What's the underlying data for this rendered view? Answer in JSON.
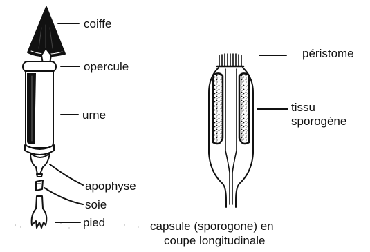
{
  "labels": {
    "coiffe": "coiffe",
    "opercule": "opercule",
    "urne": "urne",
    "apophyse": "apophyse",
    "soie": "soie",
    "pied": "pied",
    "peristome": "péristome",
    "tissu_line1": "tissu",
    "tissu_line2": "sporogène",
    "caption_line1": "capsule (sporogone) en",
    "caption_line2": "coupe longitudinale"
  },
  "colors": {
    "ink": "#111111",
    "paper": "#ffffff"
  }
}
